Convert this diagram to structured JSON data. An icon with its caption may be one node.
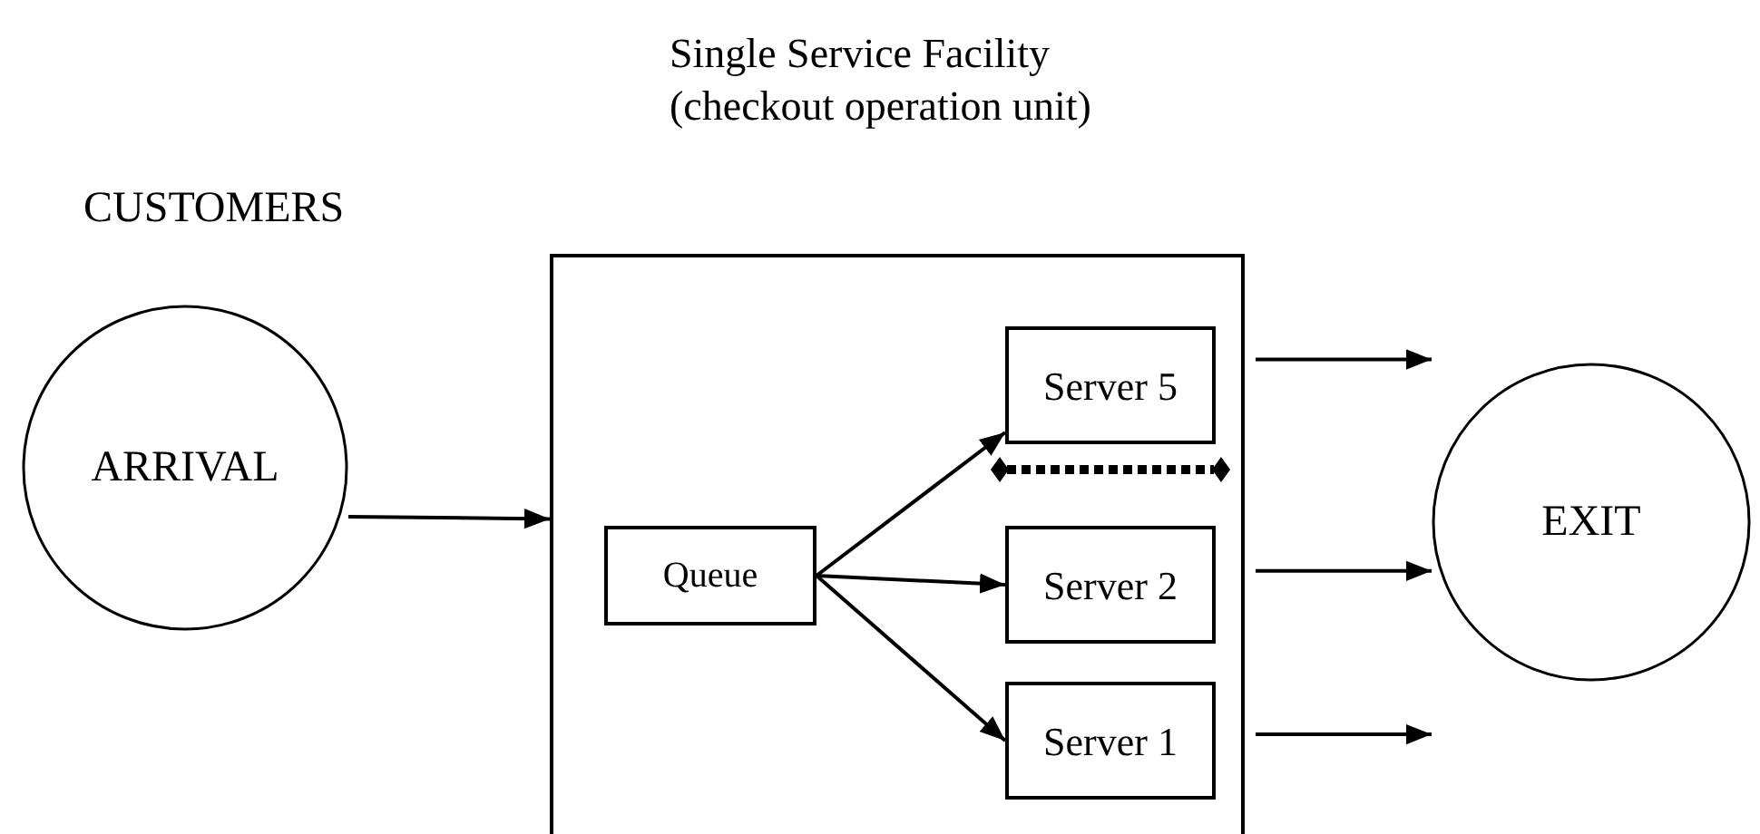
{
  "diagram": {
    "nodes": [
      {
        "text": [
          "ARRIVAL"
        ],
        "beside": [
          "CUSTOMERS"
        ]
      },
      {
        "text": [
          "Single Service Facility (checkout operation unit)"
        ]
      },
      {
        "text": [
          "Queue"
        ],
        "in": 1
      },
      {
        "text": [
          "Server 5"
        ],
        "in": 1
      },
      {
        "text": [
          "Server 2"
        ],
        "in": 1
      },
      {
        "text": [
          "Server 1"
        ],
        "in": 1
      },
      {
        "text": [
          "EXIT"
        ]
      }
    ],
    "edges": [
      {
        "from": 0,
        "to": 1,
        "arrow": "to"
      },
      {
        "from": 2,
        "to": 3,
        "arrow": "to"
      },
      {
        "from": 2,
        "to": 4,
        "arrow": "to"
      },
      {
        "from": 2,
        "to": 5,
        "arrow": "to"
      },
      {
        "from": 1,
        "to": 6,
        "arrow": "to"
      },
      {
        "from": 1,
        "to": 6,
        "arrow": "to"
      },
      {
        "from": 1,
        "to": 6,
        "arrow": "to"
      }
    ]
  }
}
